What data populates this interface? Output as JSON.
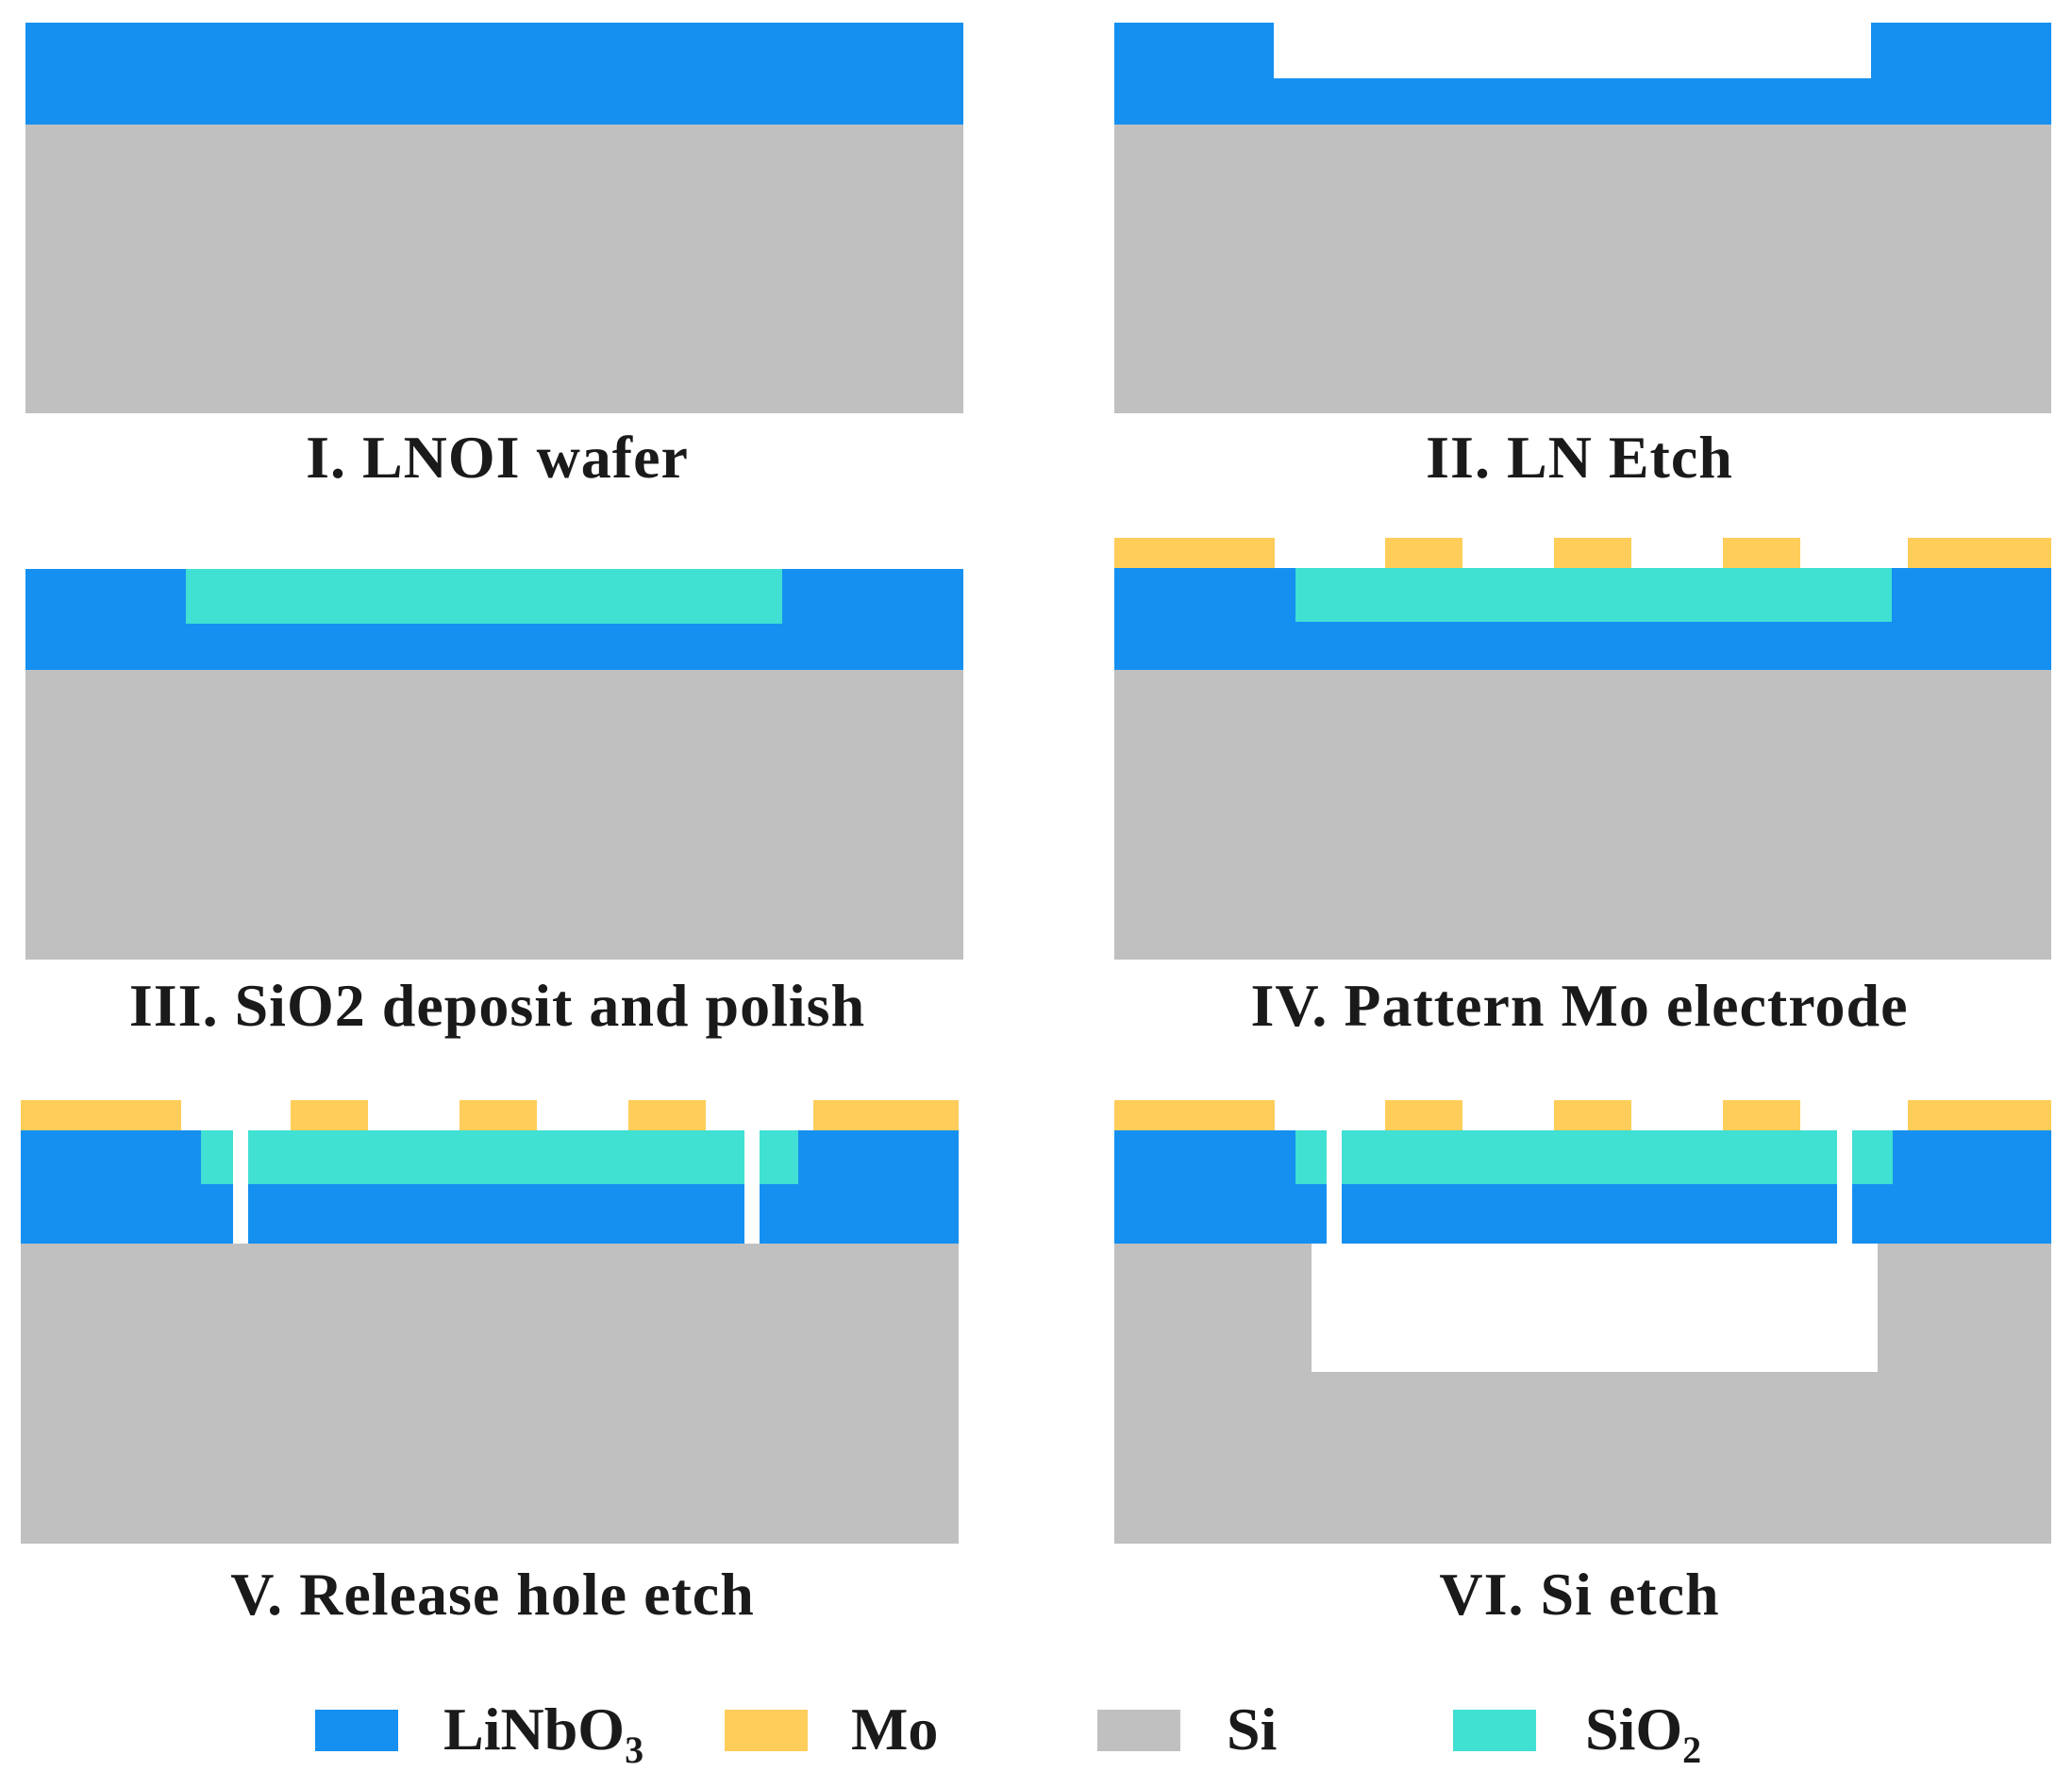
{
  "colors": {
    "LiNbO3": "#1690f0",
    "Mo": "#ffcd5a",
    "Si": "#c0c0c0",
    "SiO2": "#40e0d2",
    "background": "#ffffff"
  },
  "steps": [
    {
      "id": "step-1",
      "caption": "I. LNOI wafer"
    },
    {
      "id": "step-2",
      "caption": "II. LN Etch"
    },
    {
      "id": "step-3",
      "caption": "III. SiO2 deposit and polish"
    },
    {
      "id": "step-4",
      "caption": "IV. Pattern Mo electrode"
    },
    {
      "id": "step-5",
      "caption": "V. Release hole etch"
    },
    {
      "id": "step-6",
      "caption": "VI. Si etch"
    }
  ],
  "legend": [
    {
      "key": "LiNbO3",
      "base": "LiNbO",
      "sub": "3"
    },
    {
      "key": "Mo",
      "base": "Mo",
      "sub": ""
    },
    {
      "key": "Si",
      "base": "Si",
      "sub": ""
    },
    {
      "key": "SiO2",
      "base": "SiO",
      "sub": "2"
    }
  ]
}
